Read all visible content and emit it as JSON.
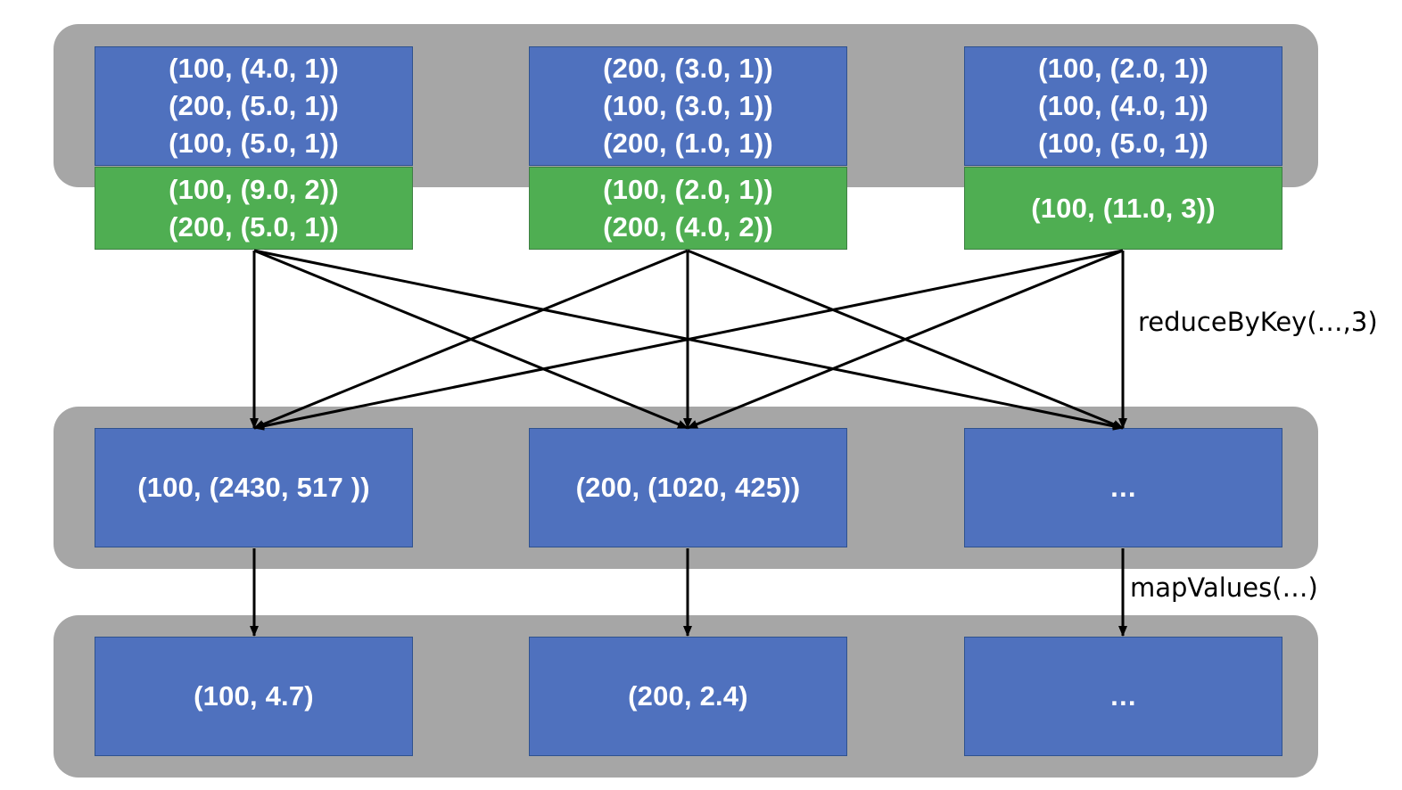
{
  "stage1": {
    "partitions": [
      {
        "input": [
          "(100, (4.0, 1))",
          "(200, (5.0, 1))",
          "(100, (5.0, 1))"
        ],
        "combined": [
          "(100, (9.0, 2))",
          "(200, (5.0, 1))"
        ]
      },
      {
        "input": [
          "(200, (3.0, 1))",
          "(100, (3.0, 1))",
          "(200, (1.0, 1))"
        ],
        "combined": [
          "(100, (2.0, 1))",
          "(200, (4.0, 2))"
        ]
      },
      {
        "input": [
          "(100, (2.0, 1))",
          "(100, (4.0, 1))",
          "(100, (5.0, 1))"
        ],
        "combined": [
          "(100, (11.0, 3))"
        ]
      }
    ]
  },
  "stage2": {
    "partitions": [
      "(100, (2430, 517 ))",
      "(200, (1020, 425))",
      "…"
    ]
  },
  "stage3": {
    "partitions": [
      "(100, 4.7)",
      "(200, 2.4)",
      "…"
    ]
  },
  "labels": {
    "reduce": "reduceByKey(…,3)",
    "map": "mapValues(…)"
  },
  "colors": {
    "band": "#a6a6a6",
    "blue": "#4f71be",
    "green": "#4fae52",
    "arrow": "#000000"
  }
}
